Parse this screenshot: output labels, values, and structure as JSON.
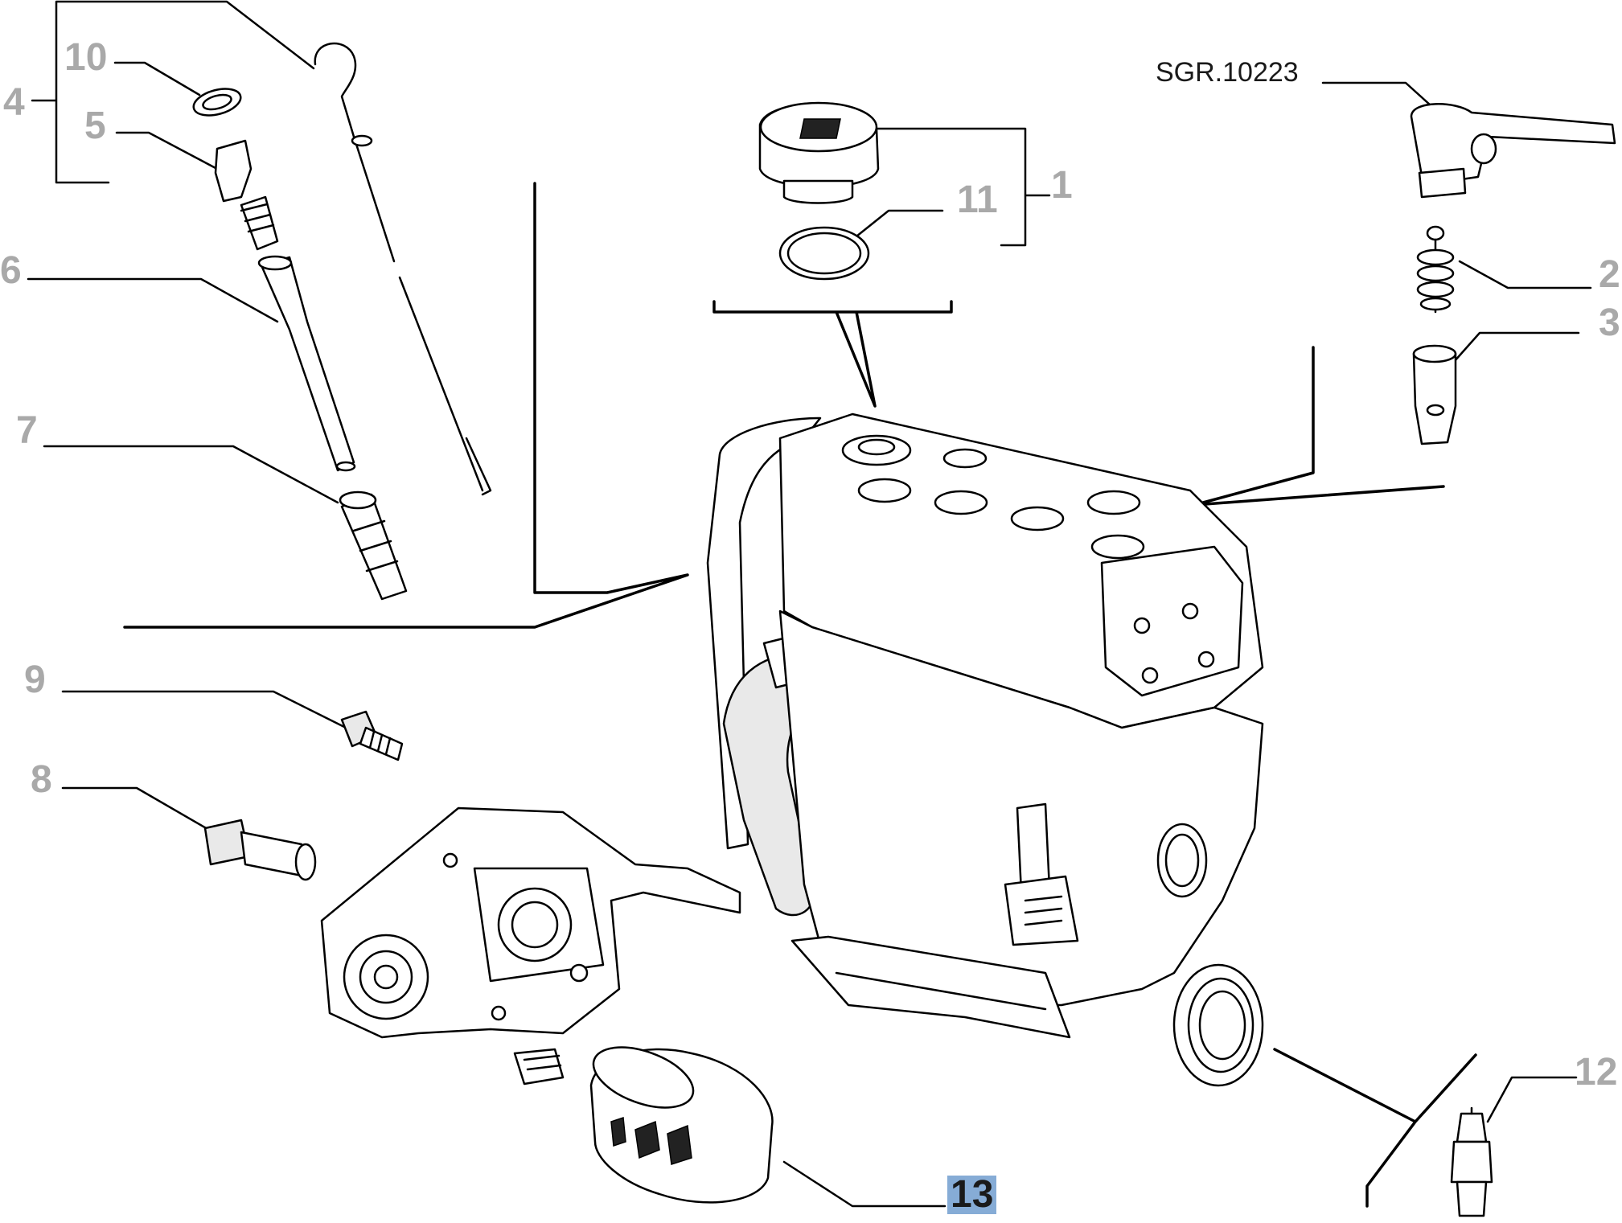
{
  "diagram": {
    "selected_callout": "13",
    "reference_label": "SGR.10223",
    "callouts": [
      "10",
      "4",
      "5",
      "6",
      "7",
      "9",
      "8",
      "11",
      "1",
      "2",
      "3",
      "12",
      "13"
    ]
  },
  "colors": {
    "callout_text": "#a9a9a9",
    "selected_highlight": "#86acd6",
    "line_art": "#000000"
  }
}
